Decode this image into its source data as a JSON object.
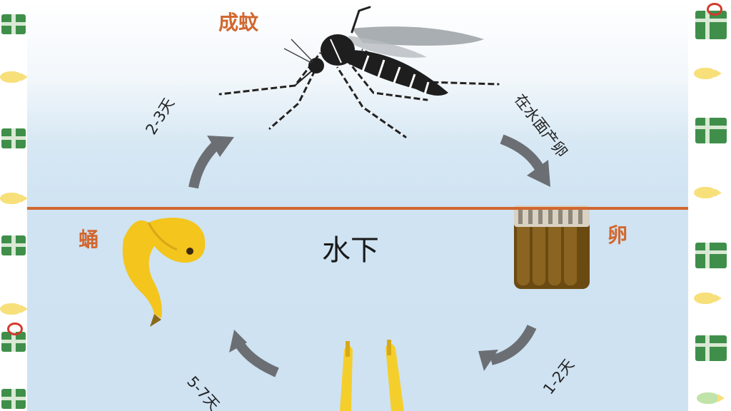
{
  "diagram": {
    "stages": {
      "adult": "成蚊",
      "pupa": "蛹",
      "egg": "卵"
    },
    "durations": {
      "pupa_to_adult": "2-3天",
      "adult_to_egg": "在水面产卵",
      "egg_to_larva": "1-2天",
      "larva_to_pupa": "5-7天"
    },
    "underwater_label": "水下"
  },
  "colors": {
    "stage_text": "#d2672f",
    "waterline": "#d2672f",
    "arrow": "#6b6f73",
    "sky": "#f2f7fb",
    "water": "#cfe2f2"
  }
}
